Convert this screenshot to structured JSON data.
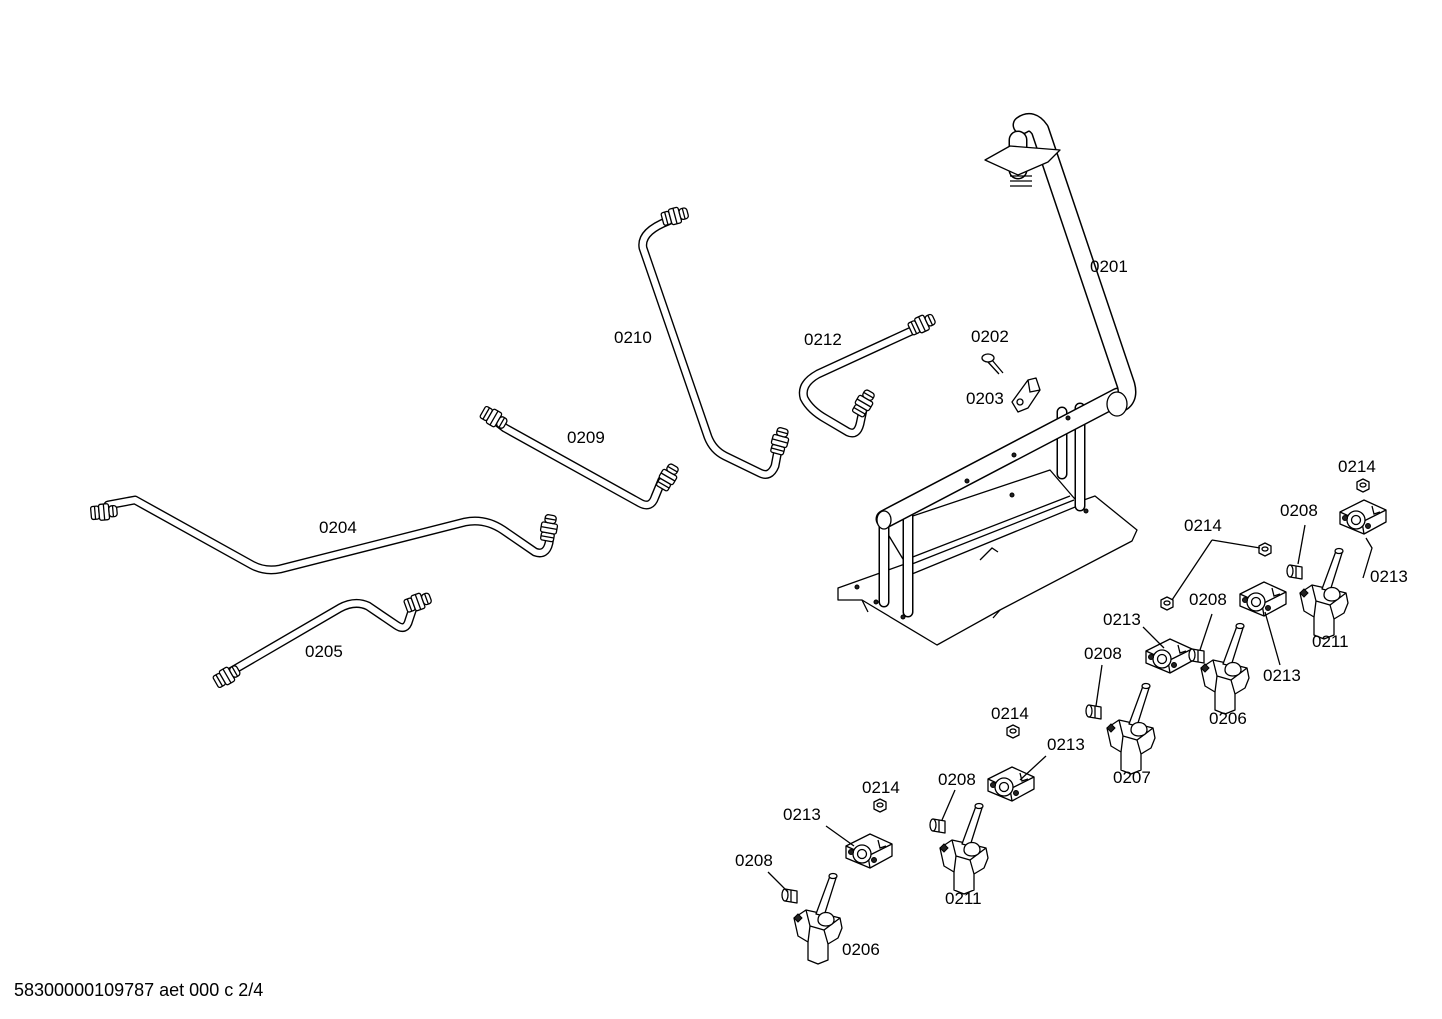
{
  "diagram": {
    "labels": {
      "p0201": "0201",
      "p0202": "0202",
      "p0203": "0203",
      "p0204": "0204",
      "p0205": "0205",
      "p0209": "0209",
      "p0210": "0210",
      "p0212": "0212",
      "p0214_a": "0214",
      "p0214_b": "0214",
      "p0214_c": "0214",
      "p0214_d": "0214",
      "p0208_a": "0208",
      "p0208_b": "0208",
      "p0208_c": "0208",
      "p0208_d": "0208",
      "p0208_e": "0208",
      "p0213_a": "0213",
      "p0213_b": "0213",
      "p0213_c": "0213",
      "p0213_d": "0213",
      "p0213_e": "0213",
      "p0211_a": "0211",
      "p0211_b": "0211",
      "p0206_a": "0206",
      "p0206_b": "0206",
      "p0207": "0207"
    },
    "footer": "58300000109787 aet 000 c 2/4"
  }
}
